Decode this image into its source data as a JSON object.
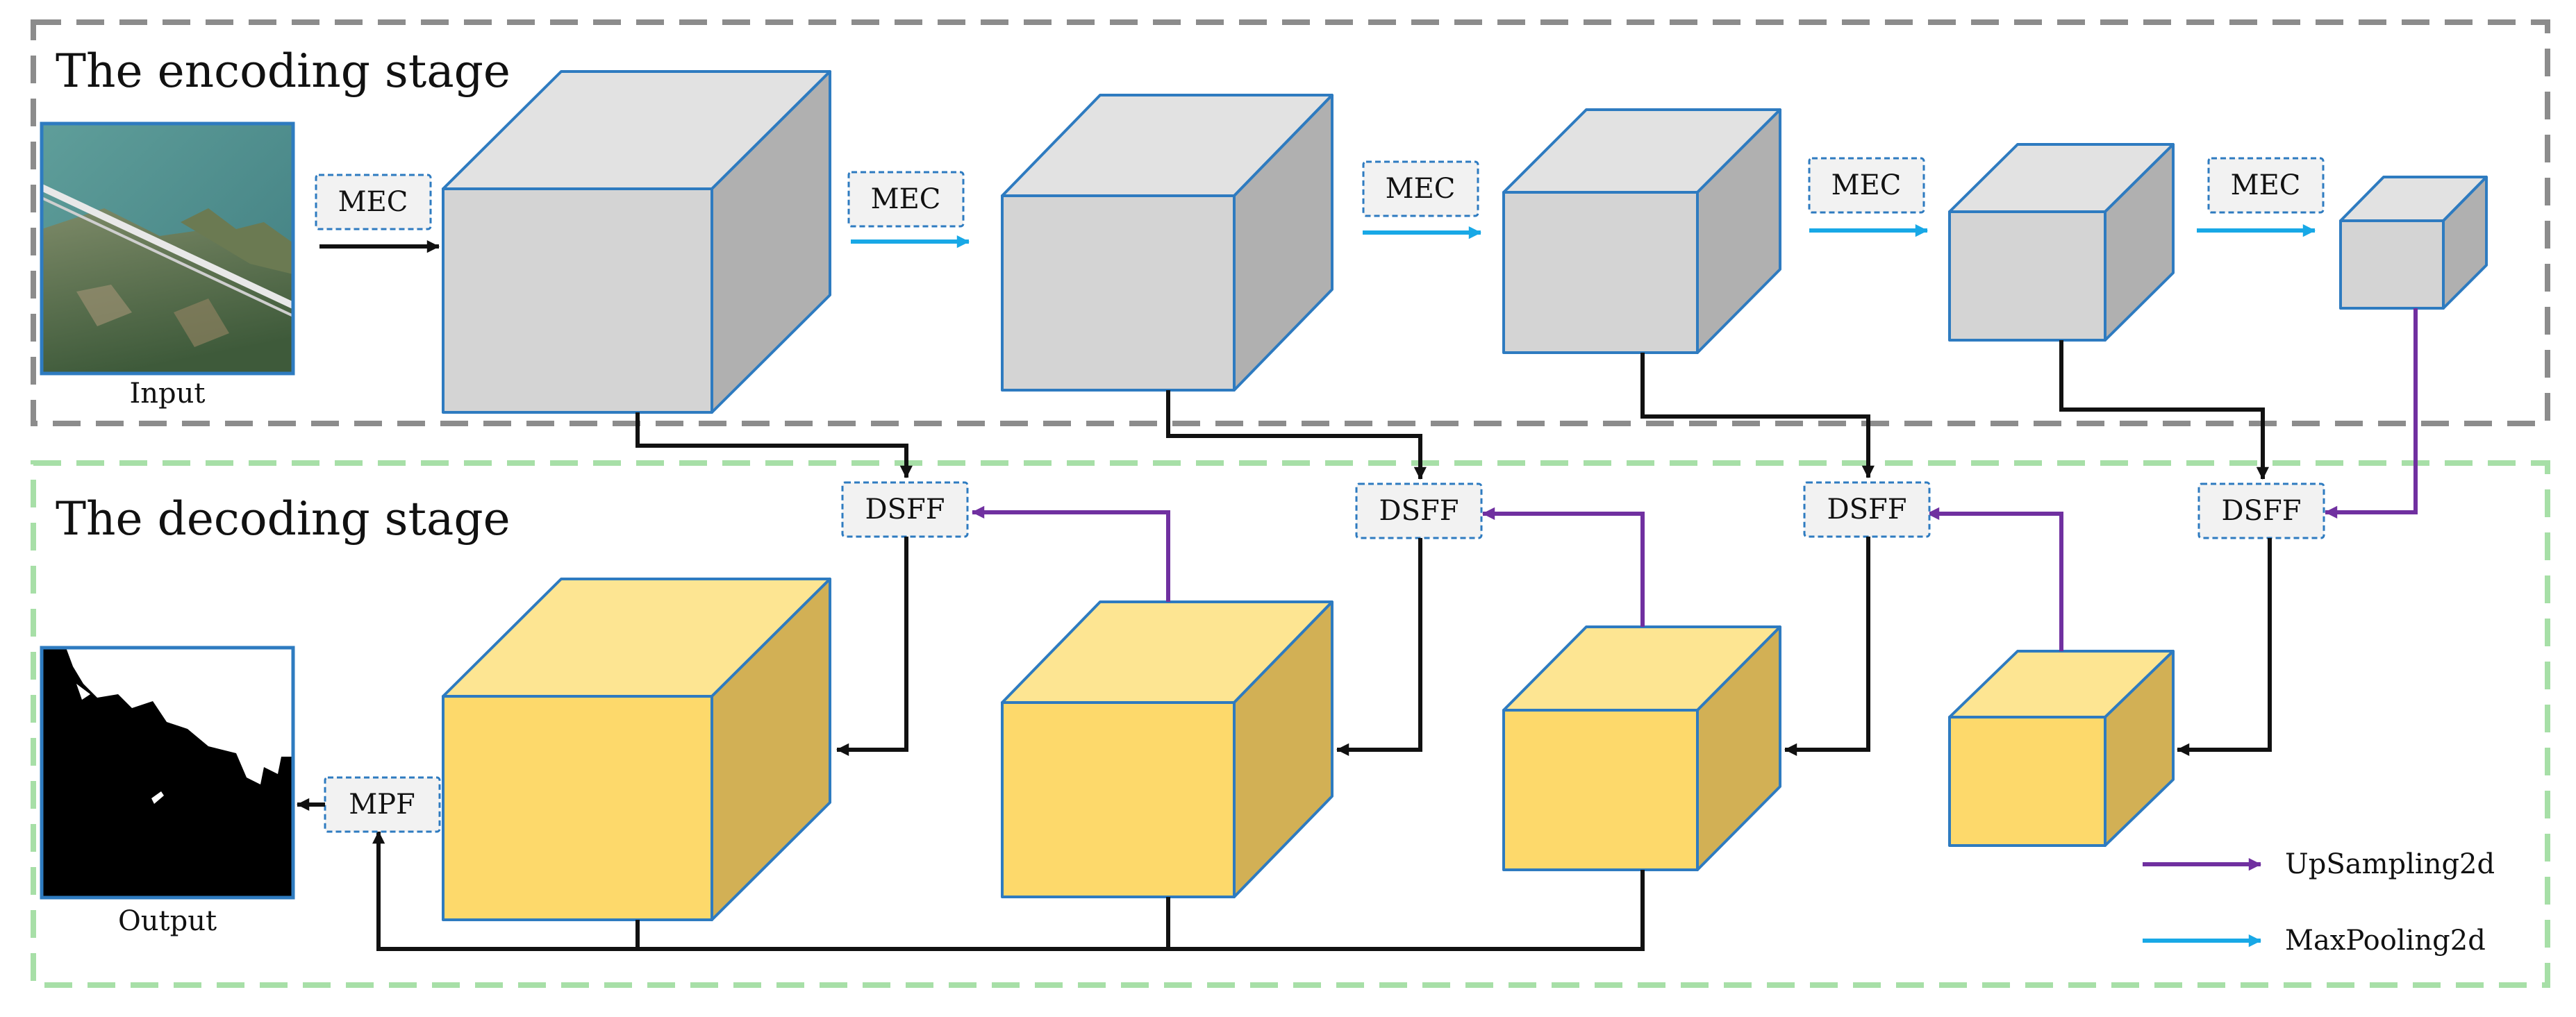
{
  "stages": {
    "encoding": "The encoding stage",
    "decoding": "The decoding stage"
  },
  "images": {
    "input_label": "Input",
    "output_label": "Output"
  },
  "modules": {
    "mec": "MEC",
    "dsff": "DSFF",
    "mpf": "MPF"
  },
  "legend": {
    "upsampling": "UpSampling2d",
    "maxpooling": "MaxPooling2d"
  },
  "colors": {
    "encoder_front": "#d4d4d4",
    "encoder_top": "#e2e2e2",
    "encoder_side": "#b0b0b0",
    "decoder_front": "#fdd96b",
    "decoder_top": "#fde592",
    "decoder_side": "#d2b055",
    "cube_edge": "#2e7bc0",
    "maxpool_arrow": "#18a8e6",
    "upsample_arrow": "#7030a0",
    "skip_arrow": "#111111",
    "encoding_border": "#8c8c8c",
    "decoding_border": "#a7dfa7",
    "module_fill": "#f2f2f2",
    "module_border": "#2e7bc0"
  }
}
